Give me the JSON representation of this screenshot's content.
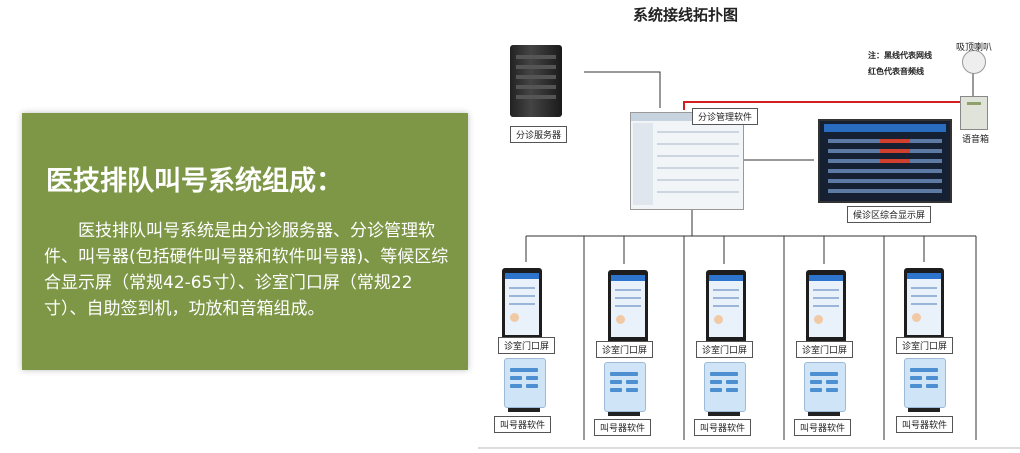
{
  "panel": {
    "title": "医技排队叫号系统组成：",
    "body": "医技排队叫号系统是由分诊服务器、分诊管理软件、叫号器(包括硬件叫号器和软件叫号器)、等候区综合显示屏（常规42-65寸）、诊室门口屏（常规22寸）、自助签到机，功放和音箱组成。"
  },
  "diagram": {
    "title": "系统接线拓扑图",
    "note_line1": "注：黑线代表网线",
    "note_line2": "红色代表音频线",
    "server_label": "分诊服务器",
    "software_label": "分诊管理软件",
    "display_label": "候诊区综合显示屏",
    "speaker_label": "吸顶喇叭",
    "amp_label": "语音箱",
    "door_screens": [
      "诊室门口屏",
      "诊室门口屏",
      "诊室门口屏",
      "诊室门口屏",
      "诊室门口屏"
    ],
    "callers": [
      "叫号器软件",
      "叫号器软件",
      "叫号器软件",
      "叫号器软件",
      "叫号器软件"
    ]
  },
  "colors": {
    "panel_bg": "#7e9747",
    "audio_line": "#d21f1f",
    "network_line": "#333333"
  }
}
